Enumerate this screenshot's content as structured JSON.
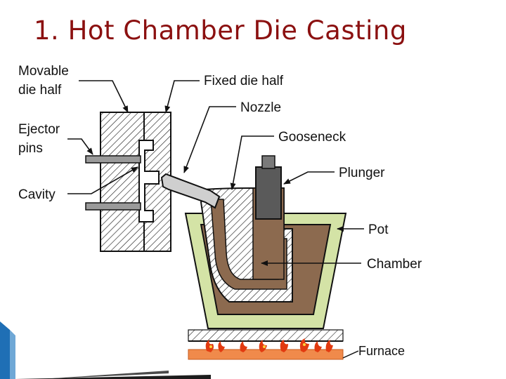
{
  "slide": {
    "title": "1. Hot Chamber Die Casting"
  },
  "diagram": {
    "labels": {
      "movable_die_half_line1": "Movable",
      "movable_die_half_line2": "die half",
      "fixed_die_half": "Fixed die half",
      "nozzle": "Nozzle",
      "ejector_pins_line1": "Ejector",
      "ejector_pins_line2": "pins",
      "gooseneck": "Gooseneck",
      "plunger": "Plunger",
      "cavity": "Cavity",
      "pot": "Pot",
      "chamber": "Chamber",
      "furnace": "Furnace"
    },
    "colors": {
      "title": "#8b1010",
      "molten_metal": "#8c6a4f",
      "pot": "#d4e3a6",
      "plunger": "#5a5a5a",
      "furnace_bar": "#f08a4b",
      "flame": "#e23a10",
      "accent_blue": "#1f6fb5"
    }
  }
}
